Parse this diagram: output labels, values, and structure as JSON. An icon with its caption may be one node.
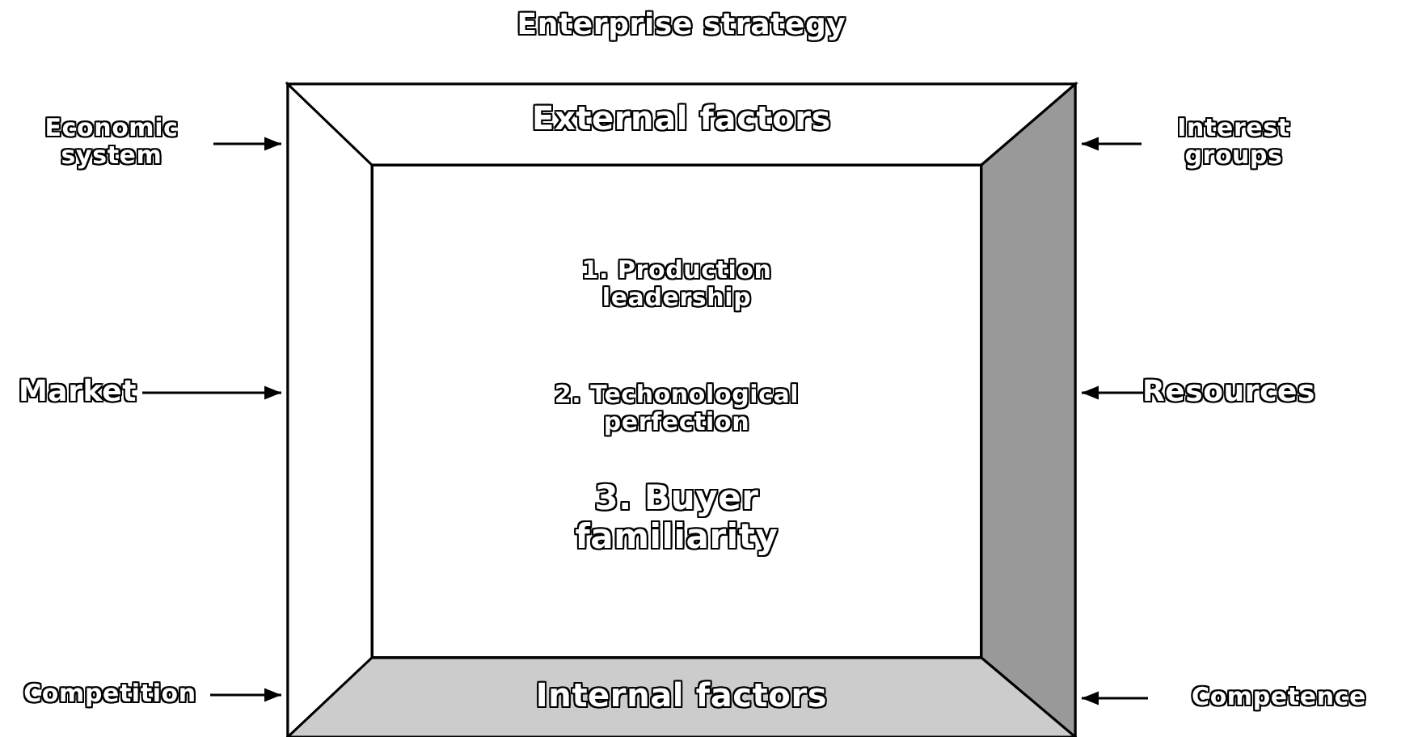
{
  "diagram": {
    "nodes": [
      {
        "text": [
          "Enterprise strategy"
        ]
      },
      {
        "text": [
          "External factors"
        ],
        "in": 0
      },
      {
        "text": [
          "1. Production leadership",
          "2. Techonological perfection",
          "3. Buyer familiarity"
        ],
        "in": 0
      },
      {
        "text": [
          "Internal factors"
        ],
        "in": 0
      },
      {
        "text": [
          "Economic system"
        ]
      },
      {
        "text": [
          "Market"
        ]
      },
      {
        "text": [
          "Competition"
        ]
      },
      {
        "text": [
          "Interest groups"
        ]
      },
      {
        "text": [
          "Resources"
        ]
      },
      {
        "text": [
          "Competence"
        ]
      }
    ],
    "edges": [
      {
        "from": 4,
        "to": 0,
        "arrow": "to"
      },
      {
        "from": 5,
        "to": 0,
        "arrow": "to"
      },
      {
        "from": 6,
        "to": 0,
        "arrow": "to"
      },
      {
        "from": 7,
        "to": 0,
        "arrow": "to"
      },
      {
        "from": 8,
        "to": 0,
        "arrow": "to"
      },
      {
        "from": 9,
        "to": 0,
        "arrow": "to"
      }
    ]
  }
}
